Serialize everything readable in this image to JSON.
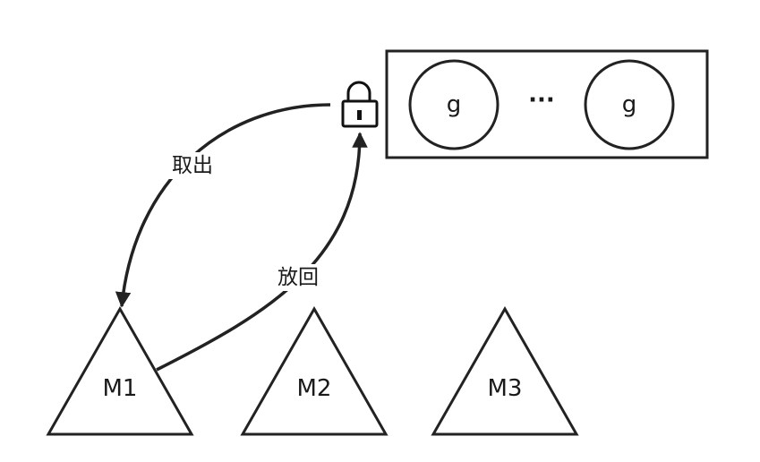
{
  "diagram": {
    "queue": {
      "items": [
        "g",
        "g"
      ],
      "ellipsis": "···"
    },
    "lock_icon": "lock-icon",
    "machines": [
      "M1",
      "M2",
      "M3"
    ],
    "edges": {
      "take_out": "取出",
      "put_back": "放回"
    }
  }
}
